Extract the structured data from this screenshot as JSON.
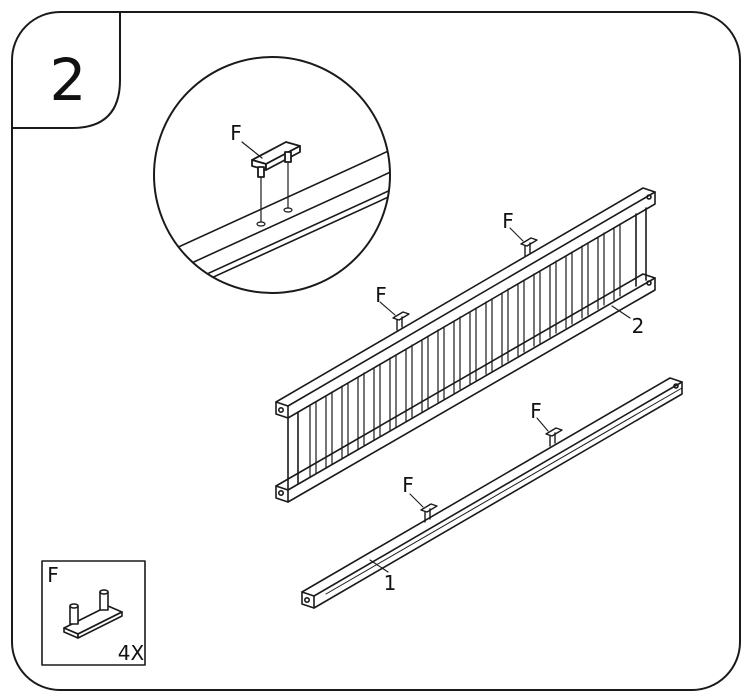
{
  "step": {
    "number": "2"
  },
  "callout": {
    "part_label": "F"
  },
  "rail_top": {
    "part_number": "2",
    "peg_labels": [
      "F",
      "F"
    ]
  },
  "rail_bottom": {
    "part_number": "1",
    "peg_labels": [
      "F",
      "F"
    ]
  },
  "parts_box": {
    "label": "F",
    "quantity": "4X"
  },
  "colors": {
    "ink": "#1a1a1a",
    "background": "#ffffff"
  }
}
